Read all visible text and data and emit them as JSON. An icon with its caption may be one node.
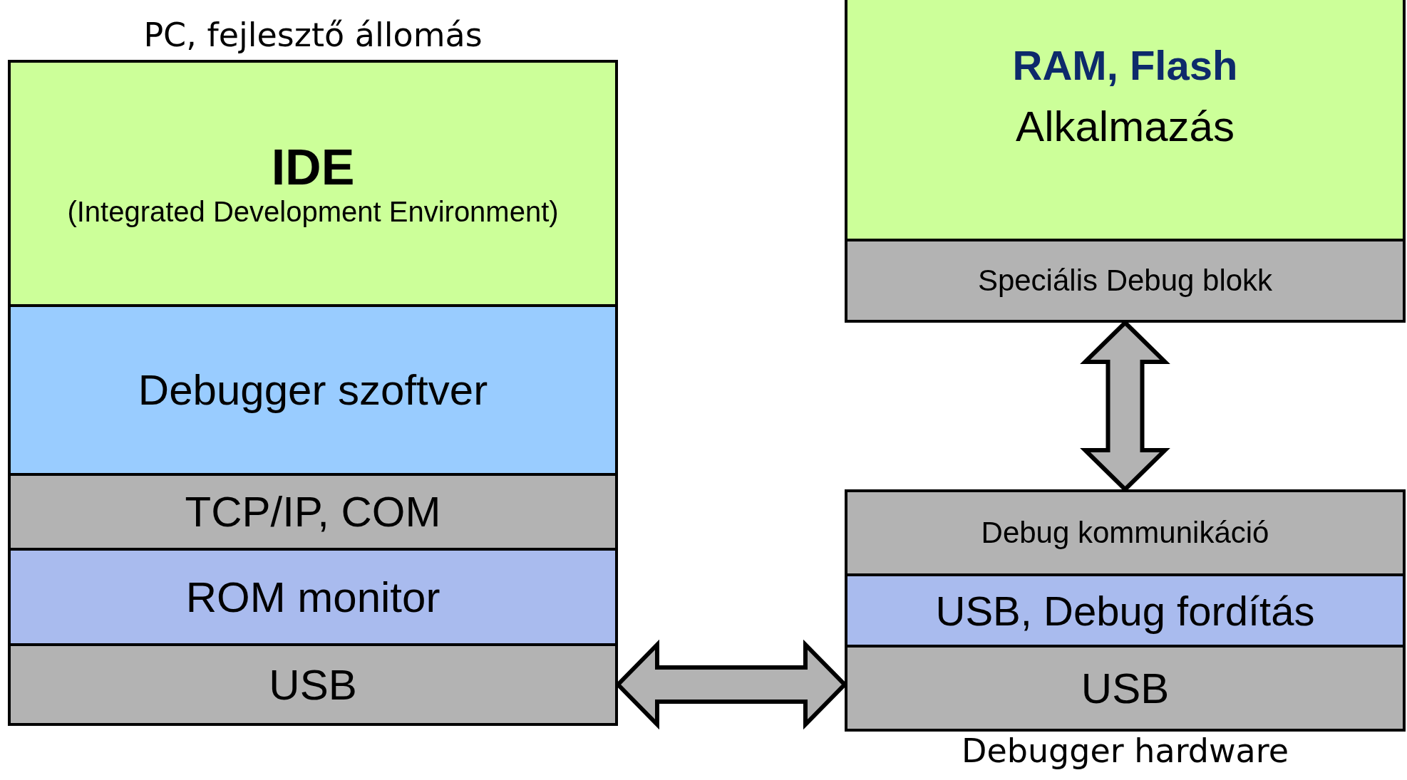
{
  "diagram": {
    "nodes": [
      {
        "text": [
          "PC, fejlesztő állomás"
        ]
      },
      {
        "text": [
          "IDE",
          "(Integrated Development Environment)"
        ],
        "in": 0
      },
      {
        "text": [
          "Debugger szoftver"
        ],
        "in": 0
      },
      {
        "text": [
          "TCP/IP, COM"
        ],
        "in": 0
      },
      {
        "text": [
          "ROM monitor"
        ],
        "in": 0
      },
      {
        "text": [
          "USB"
        ],
        "in": 0
      },
      {
        "text": [
          "RAM, Flash",
          "Alkalmazás"
        ]
      },
      {
        "text": [
          "Speciális Debug blokk"
        ]
      },
      {
        "text": [
          "Debugger hardware"
        ]
      },
      {
        "text": [
          "Debug kommunikáció"
        ],
        "in": 8
      },
      {
        "text": [
          "USB, Debug fordítás"
        ],
        "in": 8
      },
      {
        "text": [
          "USB"
        ],
        "in": 8
      }
    ],
    "edges": [
      {
        "from": 5,
        "to": 11,
        "arrow": "both",
        "style": "thick"
      },
      {
        "from": 7,
        "to": 9,
        "arrow": "both",
        "style": "thick"
      }
    ]
  }
}
